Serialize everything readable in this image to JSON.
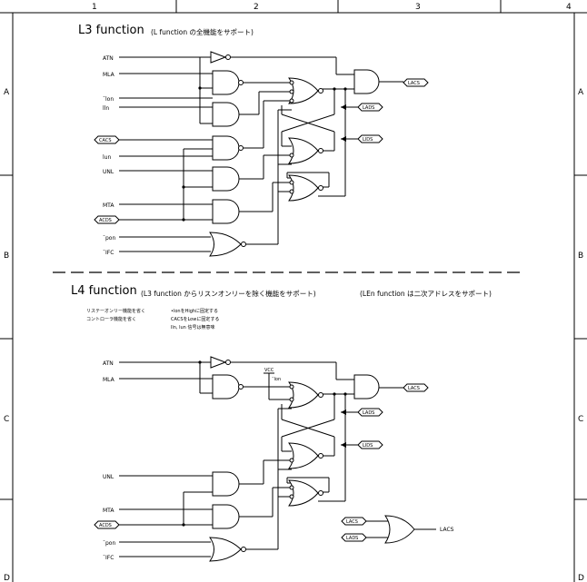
{
  "border": {
    "columns": [
      "1",
      "2",
      "3",
      "4"
    ],
    "rows": [
      "A",
      "B",
      "C",
      "D"
    ]
  },
  "l3": {
    "title": "L3 function",
    "subtitle": "(L function の全機能をサポート)",
    "inputs": {
      "atn": "ATN",
      "mla": "MLA",
      "lon": "ˉlon",
      "lln": "lln",
      "cacs": "CACS",
      "lun": "lun",
      "unl": "UNL",
      "mta": "MTA",
      "acds": "ACDS",
      "pon": "ˉpon",
      "ifc": "ˉIFC"
    },
    "outputs": {
      "lacs": "LACS",
      "lads": "LADS",
      "lids": "LIDS"
    }
  },
  "l4": {
    "title": "L4 function",
    "subtitle": "(L3 function からリスンオンリーを除く機能をサポート)",
    "subtitle2": "(LEn function は二次アドレスをサポート)",
    "notes_left": [
      "リステーオンリー機能を省く",
      "コントローラ機能を省く"
    ],
    "notes_right": [
      "•lonをHighに固定する",
      "CACSをLowに固定する",
      "lln, lun 信号は無意味"
    ],
    "vcc": "VCC",
    "lon": "ˉlon",
    "inputs": {
      "atn": "ATN",
      "mla": "MLA",
      "unl": "UNL",
      "mta": "MTA",
      "acds": "ACDS",
      "pon": "ˉpon",
      "ifc": "ˉIFC"
    },
    "outputs": {
      "lacs": "LACS",
      "lads": "LADS",
      "lids": "LIDS"
    },
    "or_inputs": [
      "LACS",
      "LADS"
    ],
    "or_output": "LACS"
  }
}
